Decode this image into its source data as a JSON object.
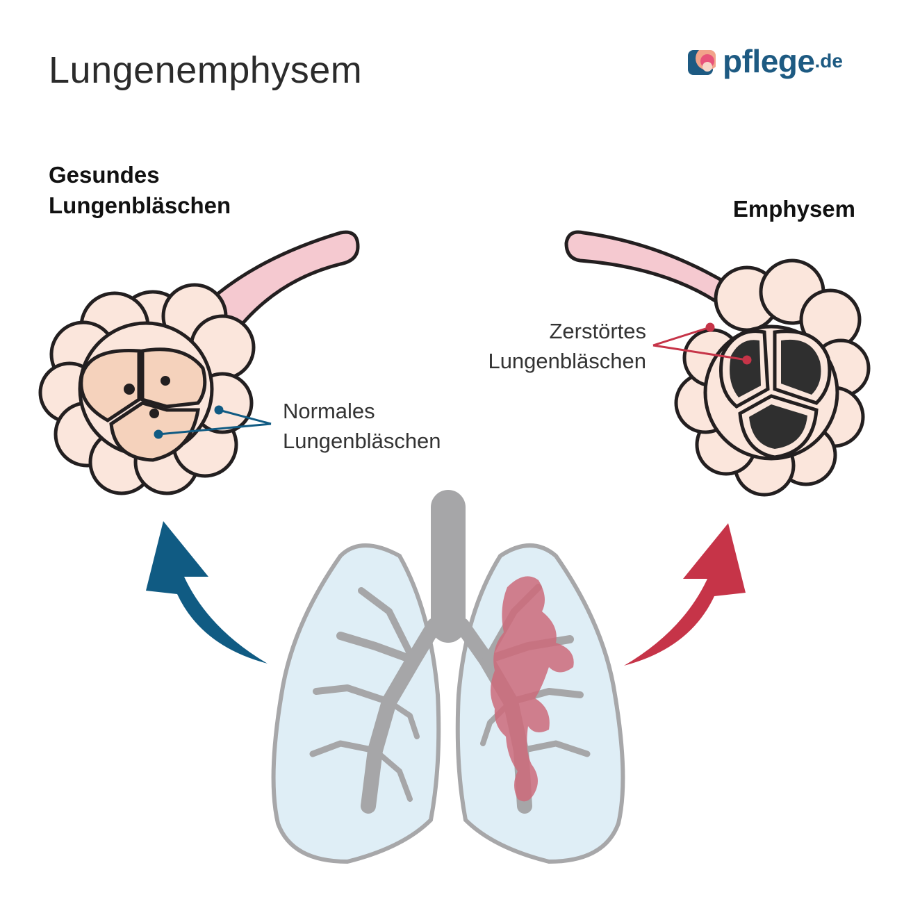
{
  "title": "Lungenemphysem",
  "logo": {
    "name": "pflege",
    "tld": ".de"
  },
  "left_panel": {
    "heading_line1": "Gesundes",
    "heading_line2": "Lungenbläschen",
    "label_line1": "Normales",
    "label_line2": "Lungenbläschen"
  },
  "right_panel": {
    "heading": "Emphysem",
    "label_line1": "Zerstörtes",
    "label_line2": "Lungenbläschen"
  },
  "colors": {
    "alveolus_fill": "#fbe6dc",
    "alveolus_inner": "#f5d2bc",
    "bronchiole": "#f5c9d0",
    "outline": "#231f20",
    "destroyed": "#2f2f2f",
    "lung_fill": "#dfeef6",
    "lung_outline": "#a7a7a9",
    "airway": "#a6a6a8",
    "damage": "#cc6a7a",
    "arrow_healthy": "#105b83",
    "arrow_emphysema": "#c63448"
  }
}
